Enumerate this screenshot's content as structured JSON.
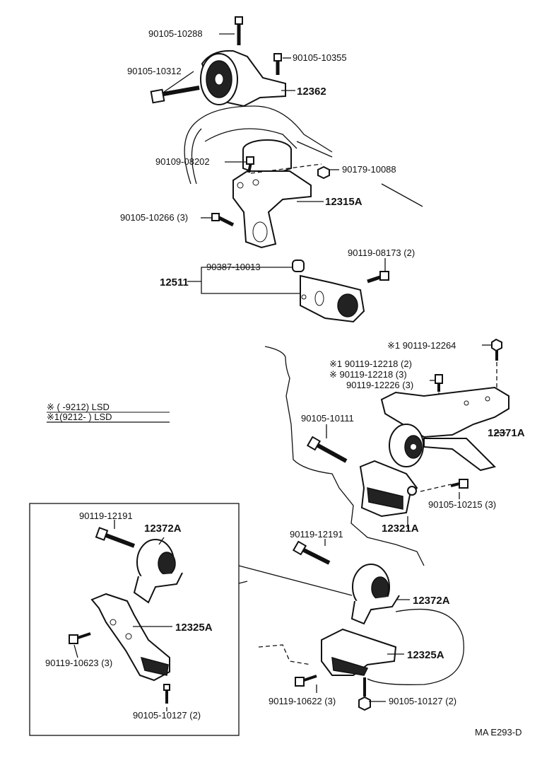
{
  "labels": {
    "p_90105_10288": "90105-10288",
    "p_90105_10355": "90105-10355",
    "p_90105_10312": "90105-10312",
    "p_12362": "12362",
    "p_90109_08202": "90109-08202",
    "p_90179_10088": "90179-10088",
    "p_12315A": "12315A",
    "p_90105_10266": "90105-10266 (3)",
    "p_90387_10013": "90387-10013",
    "p_90119_08173": "90119-08173 (2)",
    "p_12511": "12511",
    "p_90119_12264": "※1 90119-12264",
    "p_90119_12218_a": "※1 90119-12218 (2)",
    "p_90119_12218_b": "※  90119-12218 (3)",
    "p_90119_12226": "90119-12226 (3)",
    "p_12371A": "12371A",
    "p_90105_10111": "90105-10111",
    "p_90105_10215": "90105-10215 (3)",
    "p_12321A": "12321A",
    "p_90119_12191_r": "90119-12191",
    "p_12372A_r": "12372A",
    "p_12325A_r": "12325A",
    "p_90119_10622": "90119-10622 (3)",
    "p_90105_10127_r": "90105-10127 (2)",
    "p_90119_12191_i": "90119-12191",
    "p_12372A_i": "12372A",
    "p_12325A_i": "12325A",
    "p_90119_10623": "90119-10623 (3)",
    "p_90105_10127_i": "90105-10127 (2)",
    "note1": "※  (        -9212) LSD",
    "note2": "※1(9212-          ) LSD",
    "code": "MA E293-D"
  }
}
